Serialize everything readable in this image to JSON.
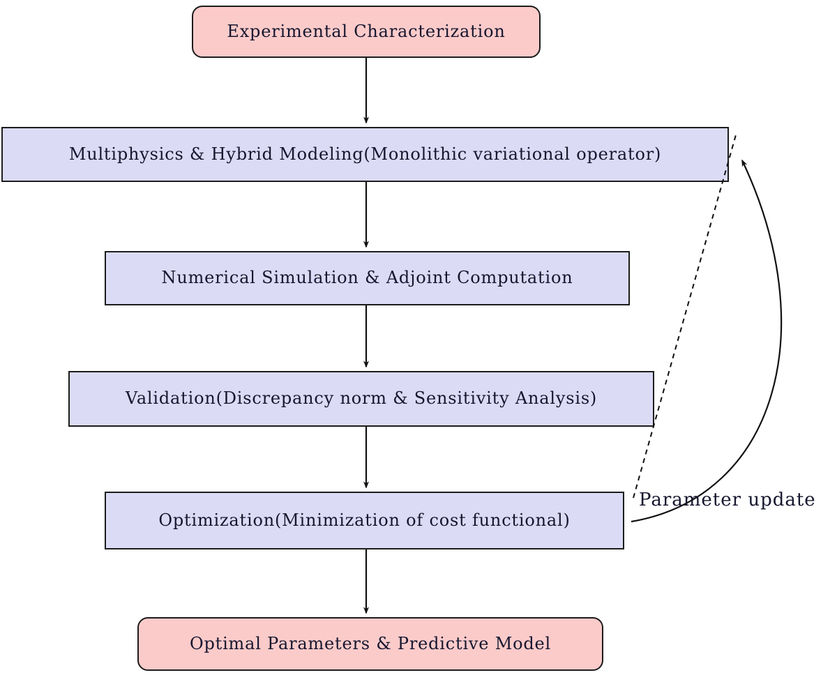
{
  "diagram": {
    "type": "flowchart",
    "nodes": [
      {
        "id": "experimental-characterization",
        "label": "Experimental Characterization",
        "shape": "rounded-rectangle",
        "fill": "#fbcbca"
      },
      {
        "id": "multiphysics-hybrid-modeling",
        "label": "Multiphysics & Hybrid Modeling(Monolithic variational operator)",
        "shape": "rectangle",
        "fill": "#dbdbf6"
      },
      {
        "id": "numerical-simulation-adjoint",
        "label": "Numerical Simulation & Adjoint Computation",
        "shape": "rectangle",
        "fill": "#dbdbf6"
      },
      {
        "id": "validation",
        "label": "Validation(Discrepancy norm & Sensitivity Analysis)",
        "shape": "rectangle",
        "fill": "#dbdbf6"
      },
      {
        "id": "optimization",
        "label": "Optimization(Minimization of cost functional)",
        "shape": "rectangle",
        "fill": "#dbdbf6"
      },
      {
        "id": "optimal-parameters-predictive-model",
        "label": "Optimal Parameters & Predictive Model",
        "shape": "rounded-rectangle",
        "fill": "#fbcbca"
      }
    ],
    "edges": [
      {
        "from": "experimental-characterization",
        "to": "multiphysics-hybrid-modeling",
        "style": "solid-arrow",
        "label": ""
      },
      {
        "from": "multiphysics-hybrid-modeling",
        "to": "numerical-simulation-adjoint",
        "style": "solid-arrow",
        "label": ""
      },
      {
        "from": "numerical-simulation-adjoint",
        "to": "validation",
        "style": "solid-arrow",
        "label": ""
      },
      {
        "from": "validation",
        "to": "optimization",
        "style": "solid-arrow",
        "label": ""
      },
      {
        "from": "optimization",
        "to": "optimal-parameters-predictive-model",
        "style": "solid-arrow",
        "label": ""
      },
      {
        "from": "optimization",
        "to": "multiphysics-hybrid-modeling",
        "style": "curved-solid-arrow",
        "label": "Parameter update"
      },
      {
        "from": "optimization",
        "to": "multiphysics-hybrid-modeling",
        "style": "dashed-line",
        "label": ""
      }
    ],
    "colors": {
      "terminal_fill": "#fbcbca",
      "process_fill": "#dbdbf6",
      "border": "#1c1c1c",
      "text": "#16162e",
      "arrow": "#111111",
      "background": "#ffffff"
    }
  }
}
